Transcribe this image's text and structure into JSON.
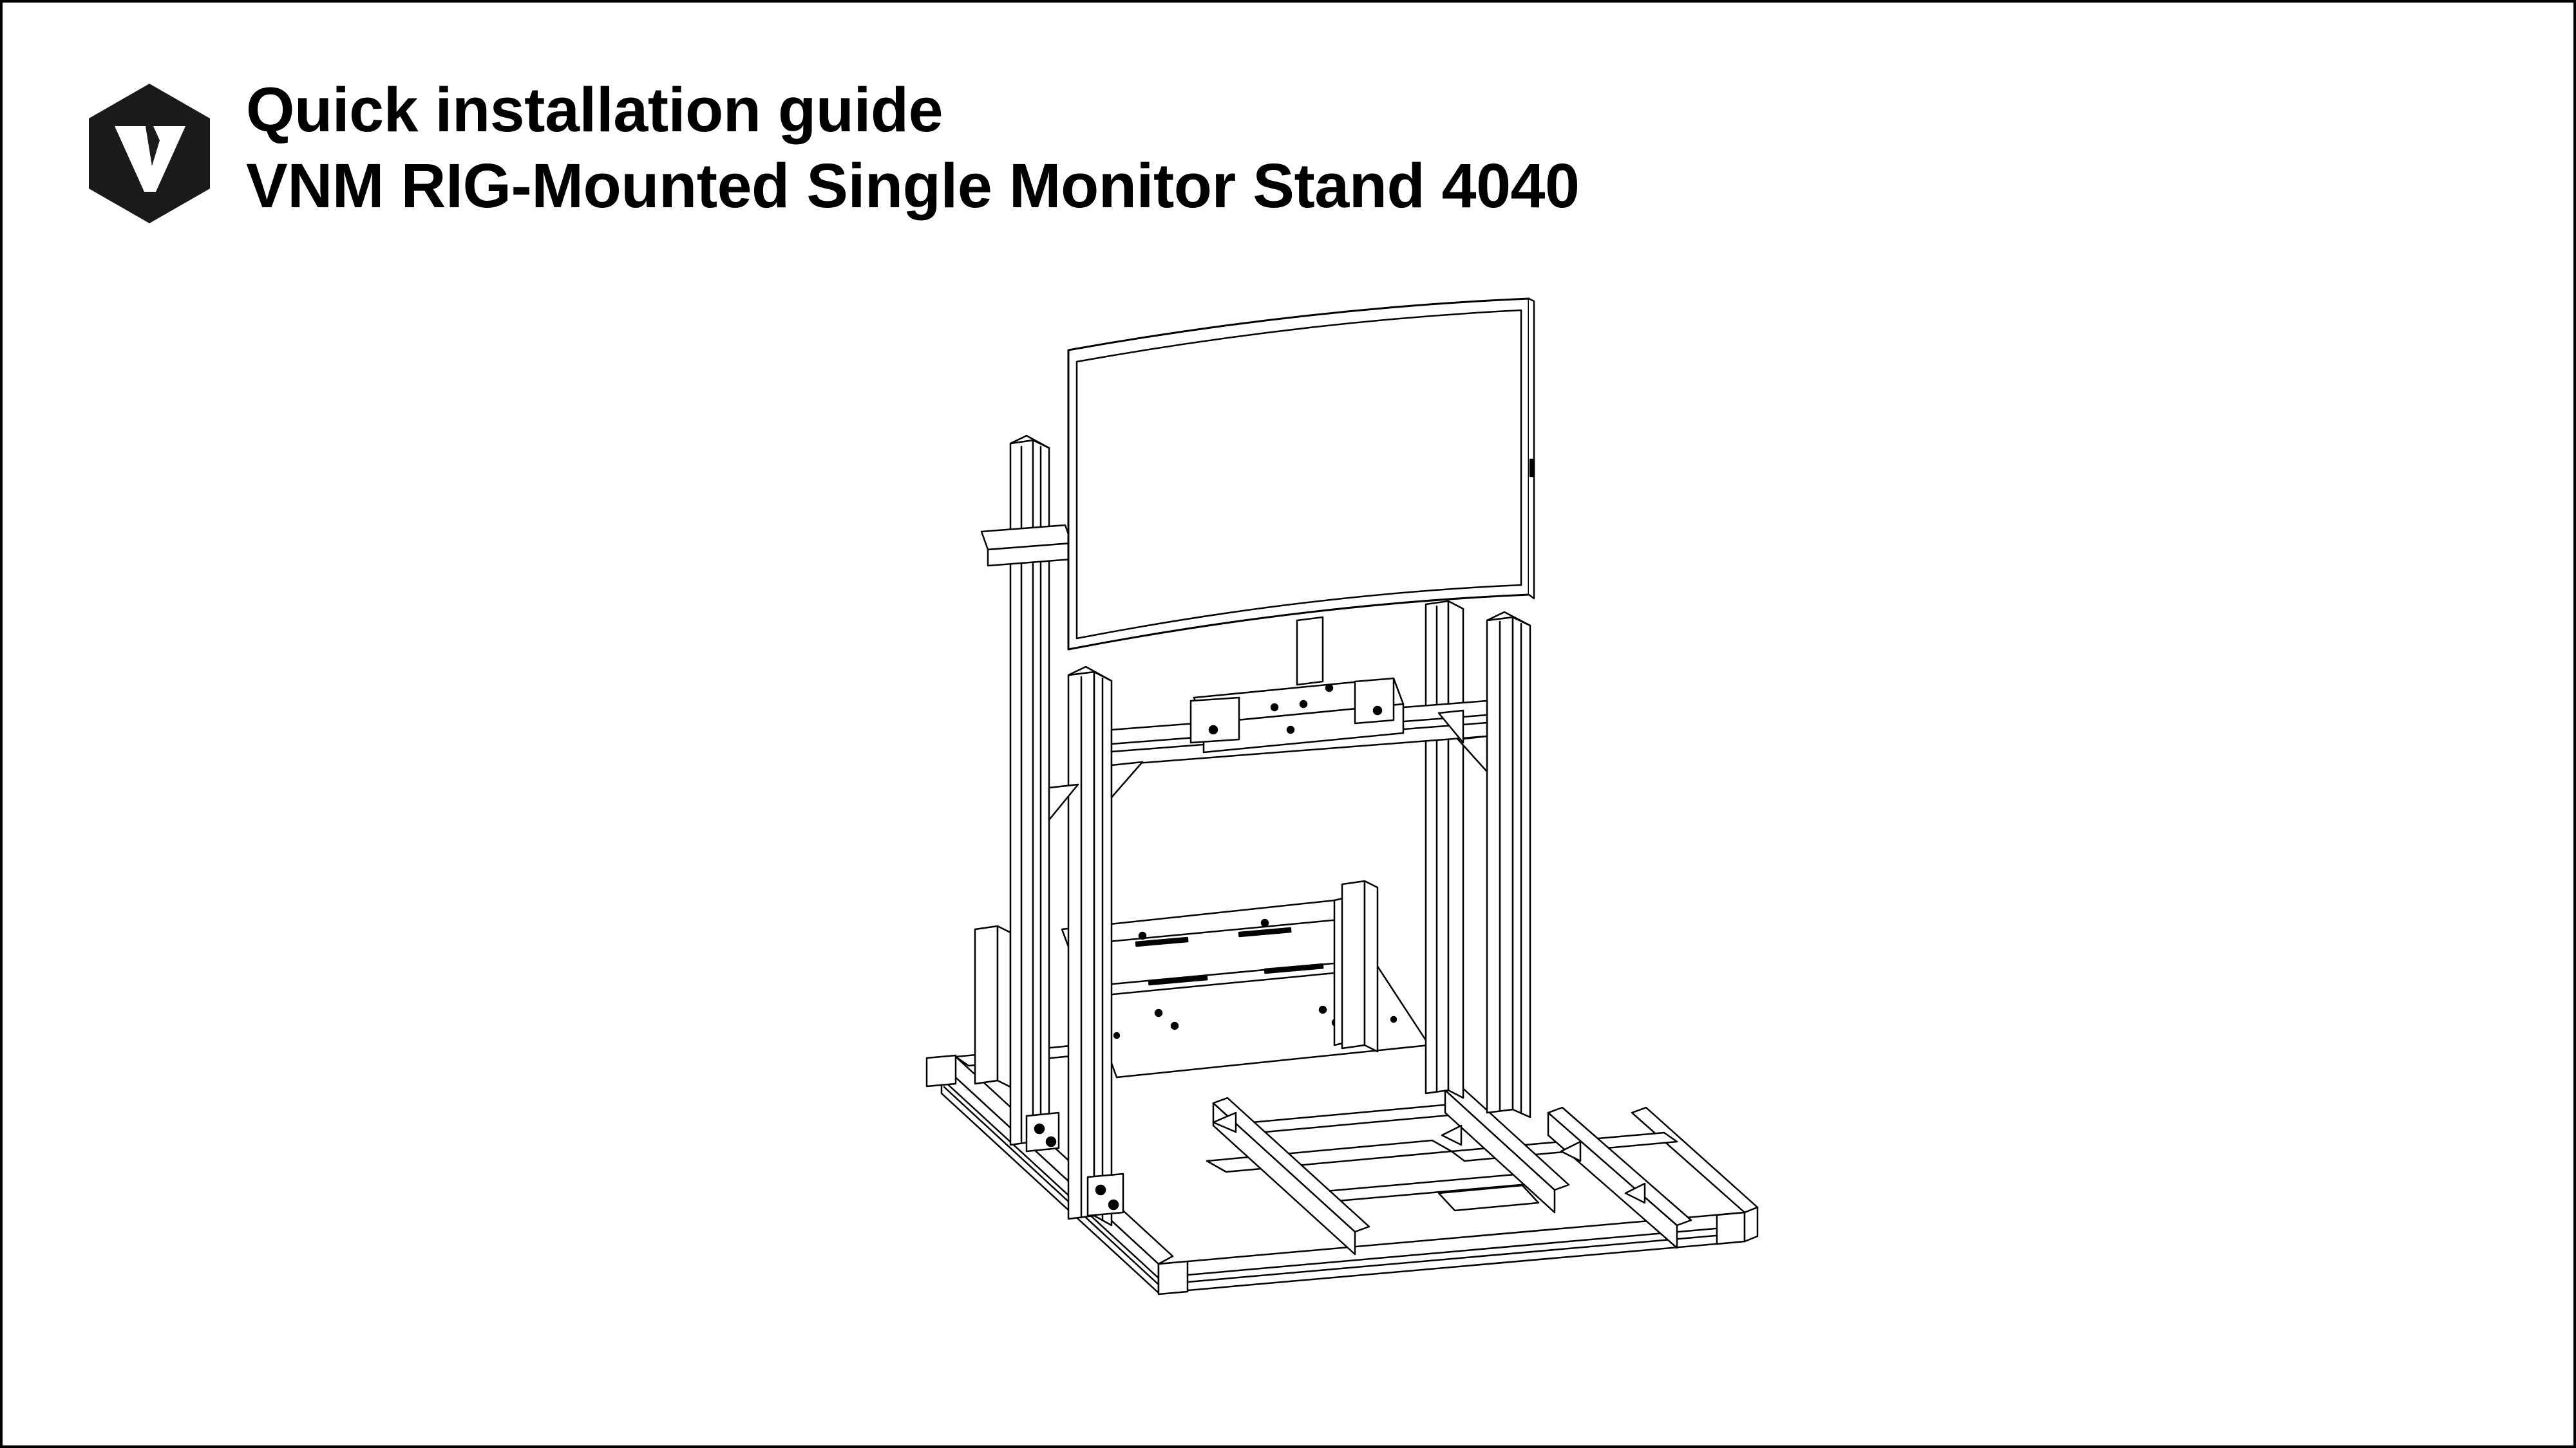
{
  "document": {
    "title": "Quick installation guide",
    "subtitle": "VNM RIG-Mounted Single Monitor Stand 4040"
  },
  "logo": {
    "icon": "vnm-v-hexagon-icon",
    "letter": "V",
    "color": "#1a1a1a"
  },
  "illustration": {
    "icon": "monitor-stand-line-drawing",
    "stroke_color": "#000000",
    "background": "#ffffff"
  }
}
